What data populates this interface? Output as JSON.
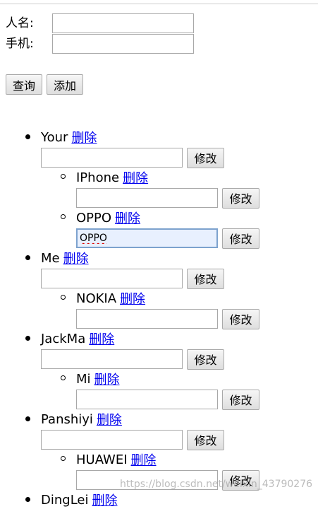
{
  "form": {
    "name_label": "人名:",
    "phone_label": "手机:",
    "name_value": "",
    "phone_value": ""
  },
  "actions": {
    "query_label": "查询",
    "add_label": "添加"
  },
  "tree": {
    "delete_label": "删除",
    "edit_label": "修改",
    "nodes": [
      {
        "name": "Your",
        "edit_value": "",
        "children": [
          {
            "name": "IPhone",
            "edit_value": ""
          },
          {
            "name": "OPPO",
            "edit_value": "OPPO"
          }
        ]
      },
      {
        "name": "Me",
        "edit_value": "",
        "children": [
          {
            "name": "NOKIA",
            "edit_value": ""
          }
        ]
      },
      {
        "name": "JackMa",
        "edit_value": "",
        "children": [
          {
            "name": "Mi",
            "edit_value": ""
          }
        ]
      },
      {
        "name": "Panshiyi",
        "edit_value": "",
        "children": [
          {
            "name": "HUAWEI",
            "edit_value": ""
          }
        ]
      },
      {
        "name": "DingLei",
        "edit_value": "",
        "children": []
      }
    ]
  },
  "watermark": "https://blog.csdn.net/weixin_43790276",
  "colors": {
    "link": "#0000ee",
    "focus_border": "#7da2ce"
  }
}
